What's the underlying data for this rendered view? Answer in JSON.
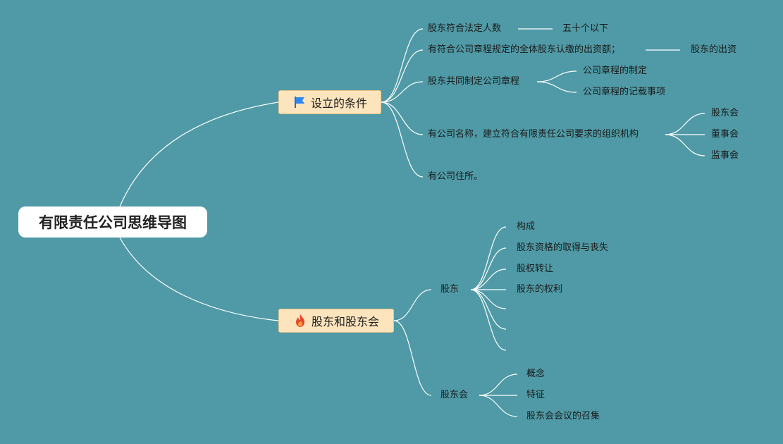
{
  "root": {
    "label": "有限责任公司思维导图"
  },
  "branches": {
    "conditions": {
      "label": "设立的条件",
      "icon": "flag-icon",
      "items": {
        "shareholders_count": {
          "label": "股东符合法定人数",
          "detail": "五十个以下"
        },
        "capital": {
          "label": "有符合公司章程规定的全体股东认缴的出资额；",
          "detail": "股东的出资"
        },
        "articles": {
          "label": "股东共同制定公司章程",
          "children": [
            "公司章程的制定",
            "公司章程的记载事项"
          ]
        },
        "name_org": {
          "label": "有公司名称，建立符合有限责任公司要求的组织机构",
          "children": [
            "股东会",
            "董事会",
            "监事会"
          ]
        },
        "domicile": {
          "label": "有公司住所。"
        }
      }
    },
    "shareholders": {
      "label": "股东和股东会",
      "icon": "fire-icon",
      "items": {
        "shareholder": {
          "label": "股东",
          "children": [
            "构成",
            "股东资格的取得与丧失",
            "股权转让",
            "股东的权利",
            "",
            "",
            ""
          ]
        },
        "meeting": {
          "label": "股东会",
          "children": [
            "概念",
            "特征",
            "股东会会议的召集"
          ]
        }
      }
    }
  },
  "colors": {
    "background": "#4f9aa6",
    "root_fill": "#ffffff",
    "branch_fill": "#fce4bd",
    "line": "#ffffff"
  }
}
